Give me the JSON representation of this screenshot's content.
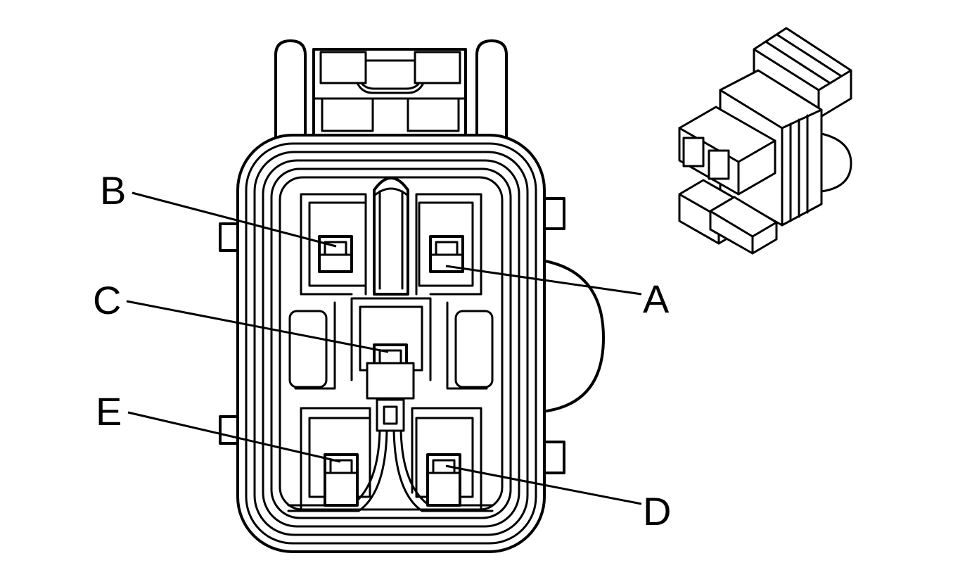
{
  "pins": [
    {
      "id": "a",
      "label": "A"
    },
    {
      "id": "b",
      "label": "B"
    },
    {
      "id": "c",
      "label": "C"
    },
    {
      "id": "d",
      "label": "D"
    },
    {
      "id": "e",
      "label": "E"
    }
  ]
}
